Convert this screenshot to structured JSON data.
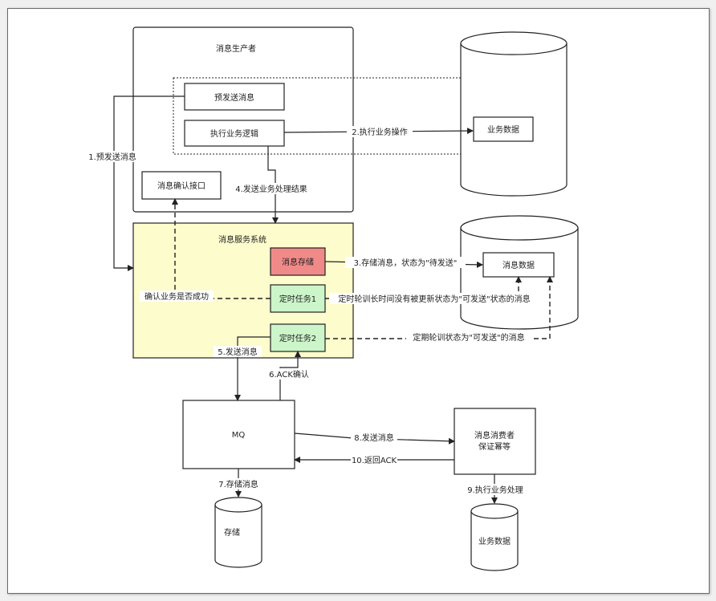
{
  "producer": {
    "title": "消息生产者",
    "pre_send": "预发送消息",
    "exec_logic": "执行业务逻辑",
    "confirm_api": "消息确认接口"
  },
  "biz_db_top": {
    "label": "业务数据"
  },
  "msg_db": {
    "label": "消息数据"
  },
  "service": {
    "title": "消息服务系统",
    "store": "消息存储",
    "task1": "定时任务1",
    "task2": "定时任务2"
  },
  "mq": {
    "label": "MQ"
  },
  "consumer": {
    "line1": "消息消费者",
    "line2": "保证幂等"
  },
  "storage_db": {
    "label": "存储"
  },
  "biz_db_bottom": {
    "label": "业务数据"
  },
  "edges": {
    "e1": "1.预发送消息",
    "e2": "2.执行业务操作",
    "e3": "3.存储消息，状态为\"待发送\"",
    "e4": "4.发送业务处理结果",
    "e5": "5.发送消息",
    "e6": "6.ACK确认",
    "e7": "7.存储消息",
    "e8": "8.发送消息",
    "e9": "9.执行业务处理",
    "e10": "10.返回ACK",
    "confirm_success": "确认业务是否成功",
    "poll_timeout": "定时轮训长时间没有被更新状态为\"可发送\"状态的消息",
    "poll_sendable": "定期轮训状态为\"可发送\"的消息"
  },
  "colors": {
    "service_bg": "#fdfccc",
    "store_bg": "#f08a89",
    "task_bg": "#ccf5c9",
    "line": "#222222"
  }
}
